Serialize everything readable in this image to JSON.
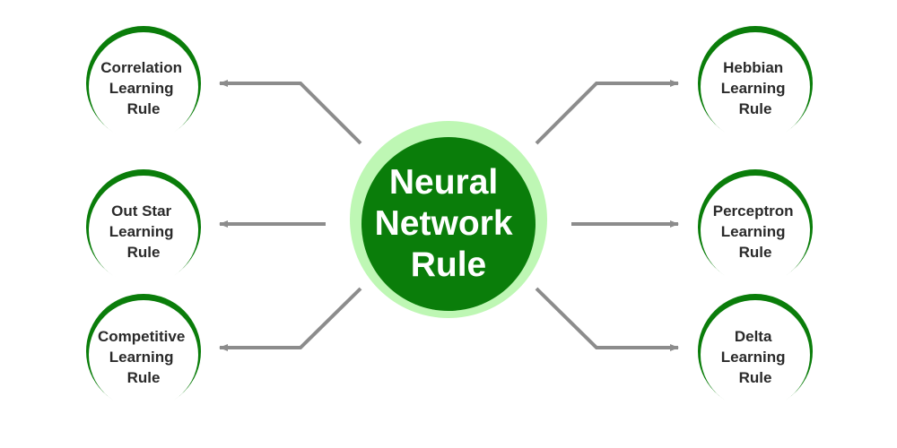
{
  "colors": {
    "primary_green": "#0a7d0a",
    "light_green": "#bef7b4",
    "arrow_gray": "#8c8c8c",
    "text_dark": "#2a2a2a",
    "text_white": "#ffffff",
    "background": "#ffffff"
  },
  "center": {
    "lines": [
      "Neural",
      "Network",
      "Rule"
    ]
  },
  "nodes": {
    "correlation": {
      "lines": [
        "Correlation",
        "Learning",
        "Rule"
      ]
    },
    "out_star": {
      "lines": [
        "Out Star",
        "Learning",
        "Rule"
      ]
    },
    "competitive": {
      "lines": [
        "Competitive",
        "Learning",
        "Rule"
      ]
    },
    "hebbian": {
      "lines": [
        "Hebbian",
        "Learning",
        "Rule"
      ]
    },
    "perceptron": {
      "lines": [
        "Perceptron",
        "Learning",
        "Rule"
      ]
    },
    "delta": {
      "lines": [
        "Delta",
        "Learning",
        "Rule"
      ]
    }
  }
}
